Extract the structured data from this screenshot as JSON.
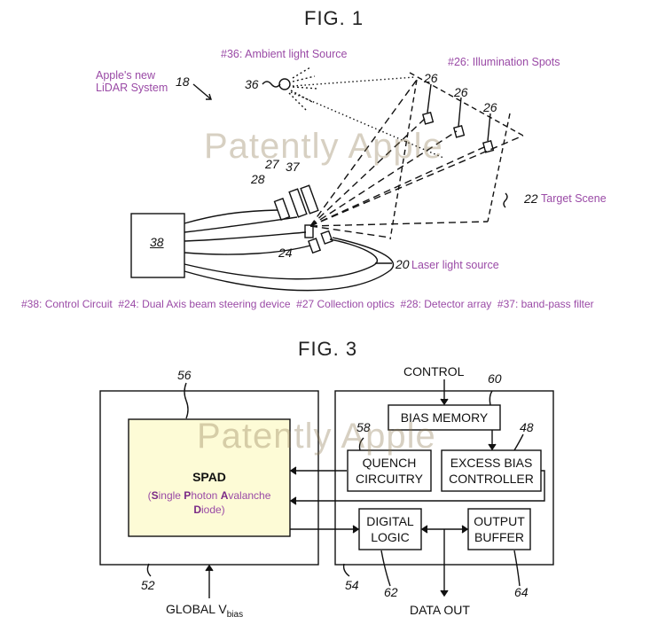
{
  "fig1": {
    "title": "FIG. 1",
    "system_label_line1": "Apple's new",
    "system_label_line2": "LiDAR System",
    "ref_18": "18",
    "ambient_label": "#36: Ambient light Source",
    "ref_36": "36",
    "illum_label": "#26: Illumination Spots",
    "ref_26a": "26",
    "ref_26b": "26",
    "ref_26c": "26",
    "ref_27": "27",
    "ref_37": "37",
    "ref_28": "28",
    "ref_24": "24",
    "ref_38": "38",
    "ref_22": "22",
    "target_label": "Target Scene",
    "ref_20": "20",
    "laser_label": "Laser light source",
    "legend": "#38: Control Circuit  #24: Dual Axis beam steering device  #27 Collection optics  #28: Detector array  #37: band-pass filter"
  },
  "fig3": {
    "title": "FIG. 3",
    "control": "CONTROL",
    "ref_60": "60",
    "bias_memory": "BIAS MEMORY",
    "ref_56": "56",
    "ref_58": "58",
    "ref_48": "48",
    "quench_line1": "QUENCH",
    "quench_line2": "CIRCUITRY",
    "excess_line1": "EXCESS BIAS",
    "excess_line2": "CONTROLLER",
    "spad_title": "SPAD",
    "digital_line1": "DIGITAL",
    "digital_line2": "LOGIC",
    "output_line1": "OUTPUT",
    "output_line2": "BUFFER",
    "ref_52": "52",
    "ref_54": "54",
    "ref_62": "62",
    "ref_64": "64",
    "global_vbias": "GLOBAL V",
    "vbias_sub": "bias",
    "data_out": "DATA OUT"
  },
  "watermark": "Patently Apple",
  "colors": {
    "label_purple": "#9a4aa6",
    "spad_fill": "#fdfbd6",
    "line": "#111111"
  }
}
